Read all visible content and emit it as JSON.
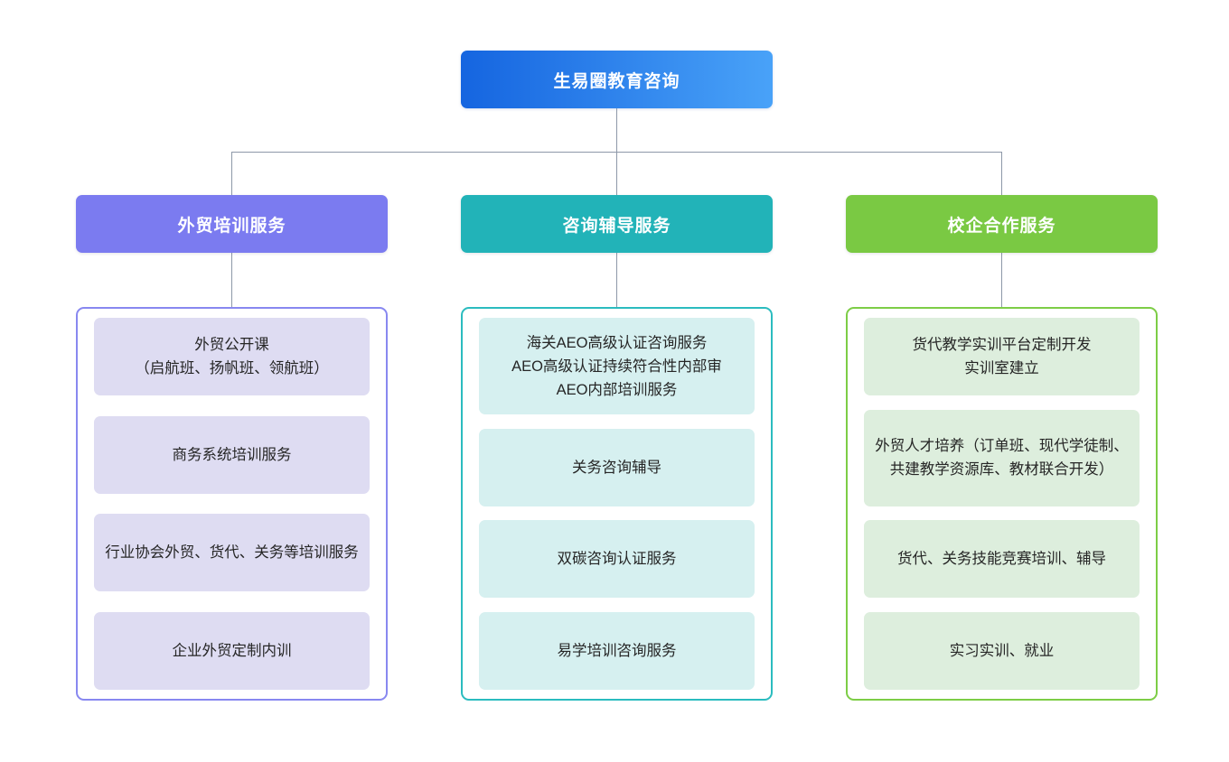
{
  "root": {
    "label": "生易圈教育咨询",
    "gradient_from": "#1565e0",
    "gradient_to": "#49a2f8",
    "text_color": "#ffffff"
  },
  "connector_color": "#8d98a8",
  "columns": [
    {
      "id": "training",
      "header_label": "外贸培训服务",
      "header_color": "#7b7bf0",
      "border_color": "#8888f0",
      "card_bg": "#dedcf2",
      "items": [
        {
          "label": "外贸公开课\n（启航班、扬帆班、领航班）",
          "height": 86
        },
        {
          "label": "商务系统培训服务",
          "height": 86
        },
        {
          "label": "行业协会外贸、货代、关务等培训服务",
          "height": 86
        },
        {
          "label": "企业外贸定制内训",
          "height": 86
        }
      ]
    },
    {
      "id": "consulting",
      "header_label": "咨询辅导服务",
      "header_color": "#22b3b8",
      "border_color": "#2bbcbf",
      "card_bg": "#d6f0f0",
      "items": [
        {
          "label": "海关AEO高级认证咨询服务\nAEO高级认证持续符合性内部审\nAEO内部培训服务",
          "height": 107
        },
        {
          "label": "关务咨询辅导",
          "height": 86
        },
        {
          "label": "双碳咨询认证服务",
          "height": 86
        },
        {
          "label": "易学培训咨询服务",
          "height": 86
        }
      ]
    },
    {
      "id": "school-enterprise",
      "header_label": "校企合作服务",
      "header_color": "#7ac943",
      "border_color": "#7dcd46",
      "card_bg": "#ddeedd",
      "items": [
        {
          "label": "货代教学实训平台定制开发\n实训室建立",
          "height": 86
        },
        {
          "label": "外贸人才培养（订单班、现代学徒制、共建教学资源库、教材联合开发）",
          "height": 107
        },
        {
          "label": "货代、关务技能竞赛培训、辅导",
          "height": 86
        },
        {
          "label": "实习实训、就业",
          "height": 86
        }
      ]
    }
  ]
}
